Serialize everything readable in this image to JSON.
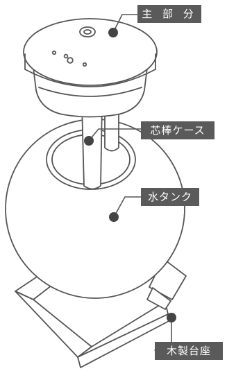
{
  "labels": {
    "main_unit": "主 部 分",
    "wick_case": "芯棒ケース",
    "water_tank": "水タンク",
    "wooden_base": "木製台座"
  }
}
